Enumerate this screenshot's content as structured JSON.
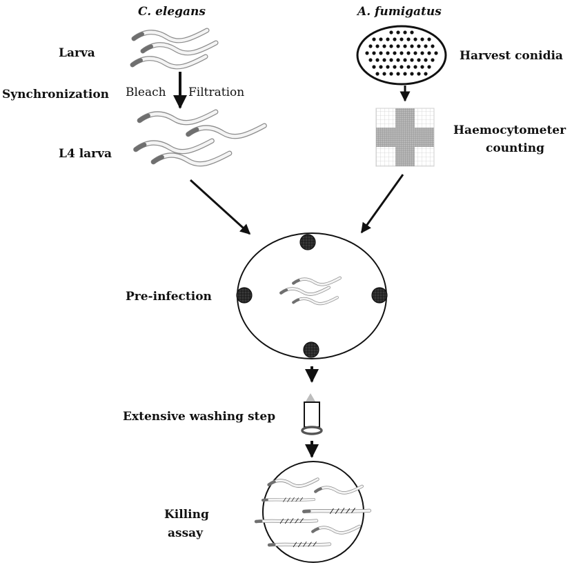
{
  "columns": {
    "left_title": "C. elegans",
    "right_title": "A. fumigatus"
  },
  "labels": {
    "larva": "Larva",
    "synchronization": "Synchronization",
    "bleach": "Bleach",
    "filtration": "Filtration",
    "l4_larva": "L4 larva",
    "harvest_conidia": "Harvest conidia",
    "haemocytometer_line1": "Haemocytometer",
    "haemocytometer_line2": "counting",
    "pre_infection": "Pre-infection",
    "washing_step": "Extensive washing step",
    "killing_line1": "Killing",
    "killing_line2": "assay"
  },
  "colors": {
    "ink": "#111111",
    "worm_fill": "#f4f4f4",
    "worm_stroke": "#8a8a8a",
    "worm_head": "#6f6f6f",
    "grid_dark": "#8d8d8d",
    "grid_light": "#cfcfcf"
  }
}
